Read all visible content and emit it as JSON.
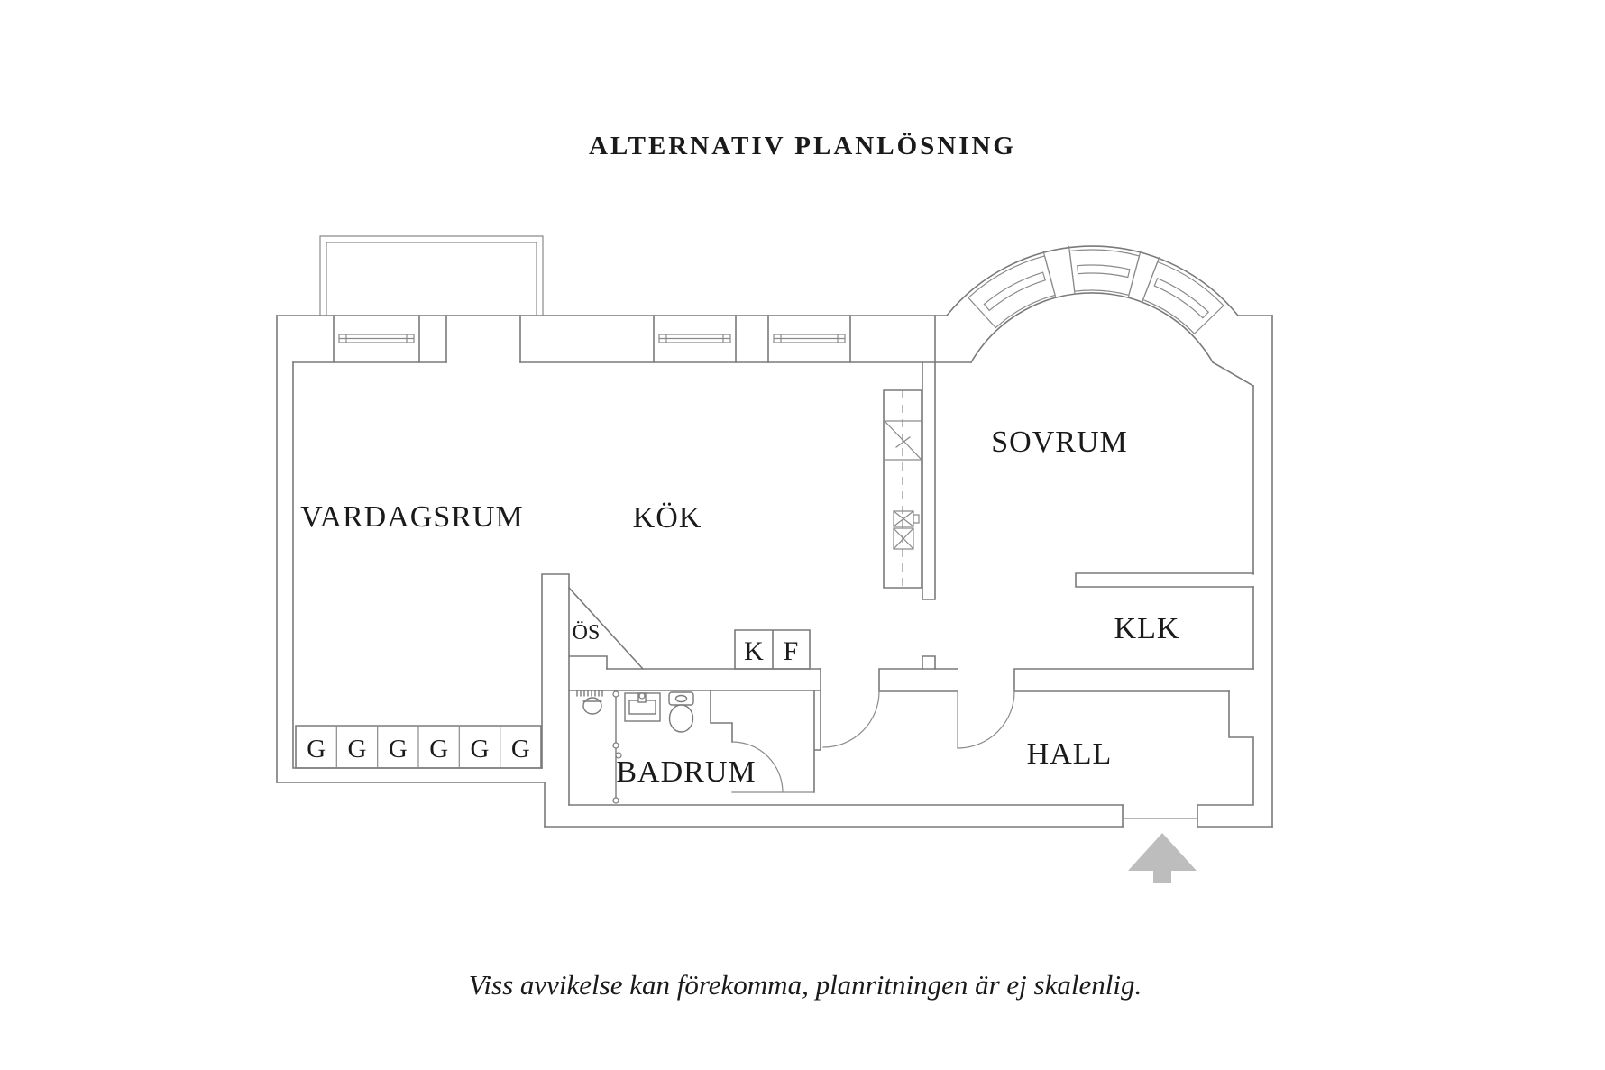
{
  "header": {
    "title": "ALTERNATIV PLANLÖSNING"
  },
  "footer": {
    "caption": "Viss avvikelse kan förekomma, planritningen är ej skalenlig."
  },
  "plan": {
    "rooms": [
      {
        "id": "vardagsrum",
        "label": "VARDAGSRUM"
      },
      {
        "id": "kok",
        "label": "KÖK"
      },
      {
        "id": "sovrum",
        "label": "SOVRUM"
      },
      {
        "id": "klk",
        "label": "KLK"
      },
      {
        "id": "hall",
        "label": "HALL"
      },
      {
        "id": "badrum",
        "label": "BADRUM"
      }
    ],
    "annotations": {
      "heater": "ÖS",
      "fridge": "K",
      "freezer": "F"
    },
    "wardrobe_letters": [
      "G",
      "G",
      "G",
      "G",
      "G",
      "G"
    ],
    "colors": {
      "wall_line": "#7a7a7a",
      "text": "#1a1a1a",
      "entrance_arrow": "#bdbdbd"
    }
  }
}
